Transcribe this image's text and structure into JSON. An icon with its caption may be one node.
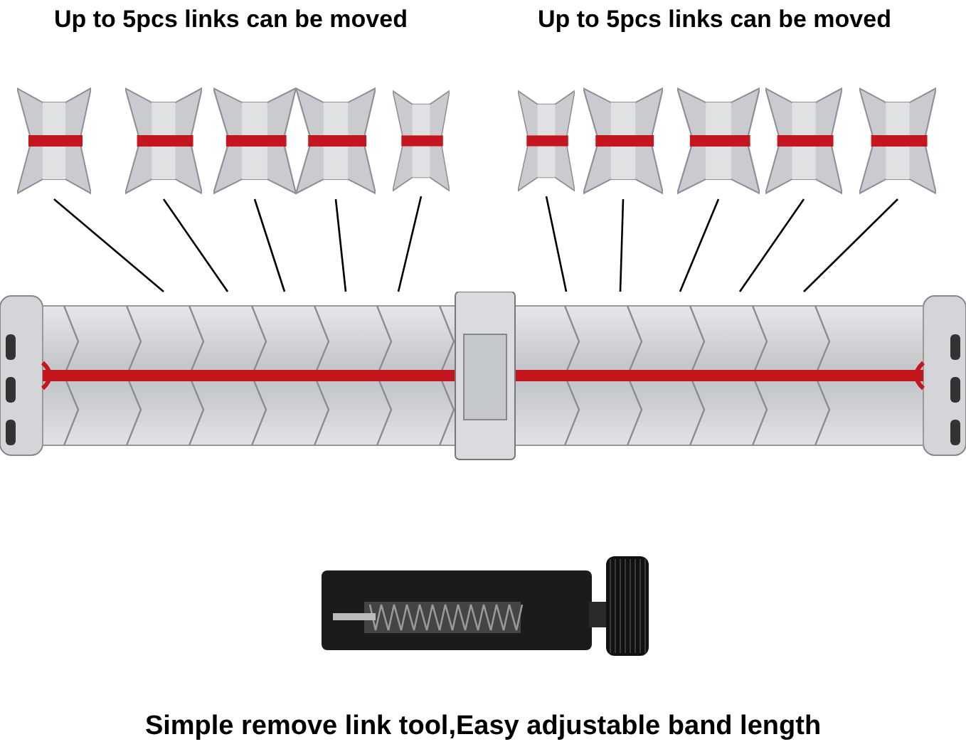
{
  "diagram": {
    "caption": "Simple remove link tool,Easy adjustable band length",
    "nodes": [
      {
        "text": [],
        "shape": "picture"
      },
      {
        "text": [],
        "shape": "picture"
      },
      {
        "text": [],
        "shape": "picture"
      },
      {
        "text": [],
        "shape": "picture"
      },
      {
        "text": [],
        "shape": "picture"
      },
      {
        "text": [],
        "shape": "picture"
      },
      {
        "text": [],
        "shape": "picture"
      },
      {
        "text": [],
        "shape": "picture"
      },
      {
        "text": [],
        "shape": "picture"
      },
      {
        "text": [],
        "shape": "picture"
      },
      {
        "text": [],
        "shape": "picture"
      },
      {
        "text": [],
        "shape": "picture"
      }
    ],
    "edges": [
      {
        "from": 0,
        "to": 10,
        "arrow": "none"
      },
      {
        "from": 1,
        "to": 10,
        "arrow": "none"
      },
      {
        "from": 2,
        "to": 10,
        "arrow": "none"
      },
      {
        "from": 3,
        "to": 10,
        "arrow": "none"
      },
      {
        "from": 4,
        "to": 10,
        "arrow": "none"
      },
      {
        "from": 5,
        "to": 10,
        "arrow": "none"
      },
      {
        "from": 6,
        "to": 10,
        "arrow": "none"
      },
      {
        "from": 7,
        "to": 10,
        "arrow": "none"
      },
      {
        "from": 8,
        "to": 10,
        "arrow": "none"
      },
      {
        "from": 9,
        "to": 10,
        "arrow": "none"
      }
    ],
    "labels": [
      "Up to 5pcs links can be moved",
      "Up to 5pcs links can be moved"
    ]
  }
}
